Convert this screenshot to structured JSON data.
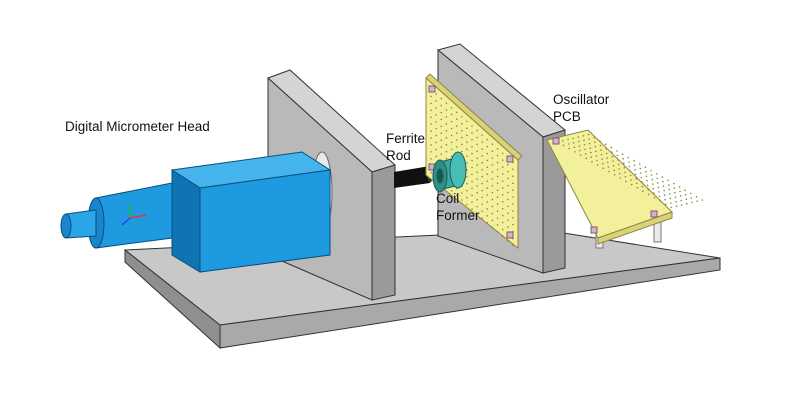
{
  "labels": {
    "micrometer": "Digital Micrometer Head",
    "ferrite_line1": "Ferrite",
    "ferrite_line2": "Rod",
    "coil_line1": "Coil",
    "coil_line2": "Former",
    "pcb_line1": "Oscillator",
    "pcb_line2": "PCB"
  },
  "colors": {
    "base_top": "#c8c8c8",
    "base_front": "#a9a9a9",
    "base_side": "#8c8c8c",
    "wall_face": "#b9b9b9",
    "wall_side": "#999999",
    "micrometer_blue": "#1e9be0",
    "micrometer_blue_dark": "#0f74b4",
    "pcb_yellow": "#f3f09c",
    "pcb_edge": "#b6b163",
    "coil_teal": "#3aa9a1",
    "ferrite_black": "#111111",
    "standoff_grey": "#eaeaea"
  }
}
